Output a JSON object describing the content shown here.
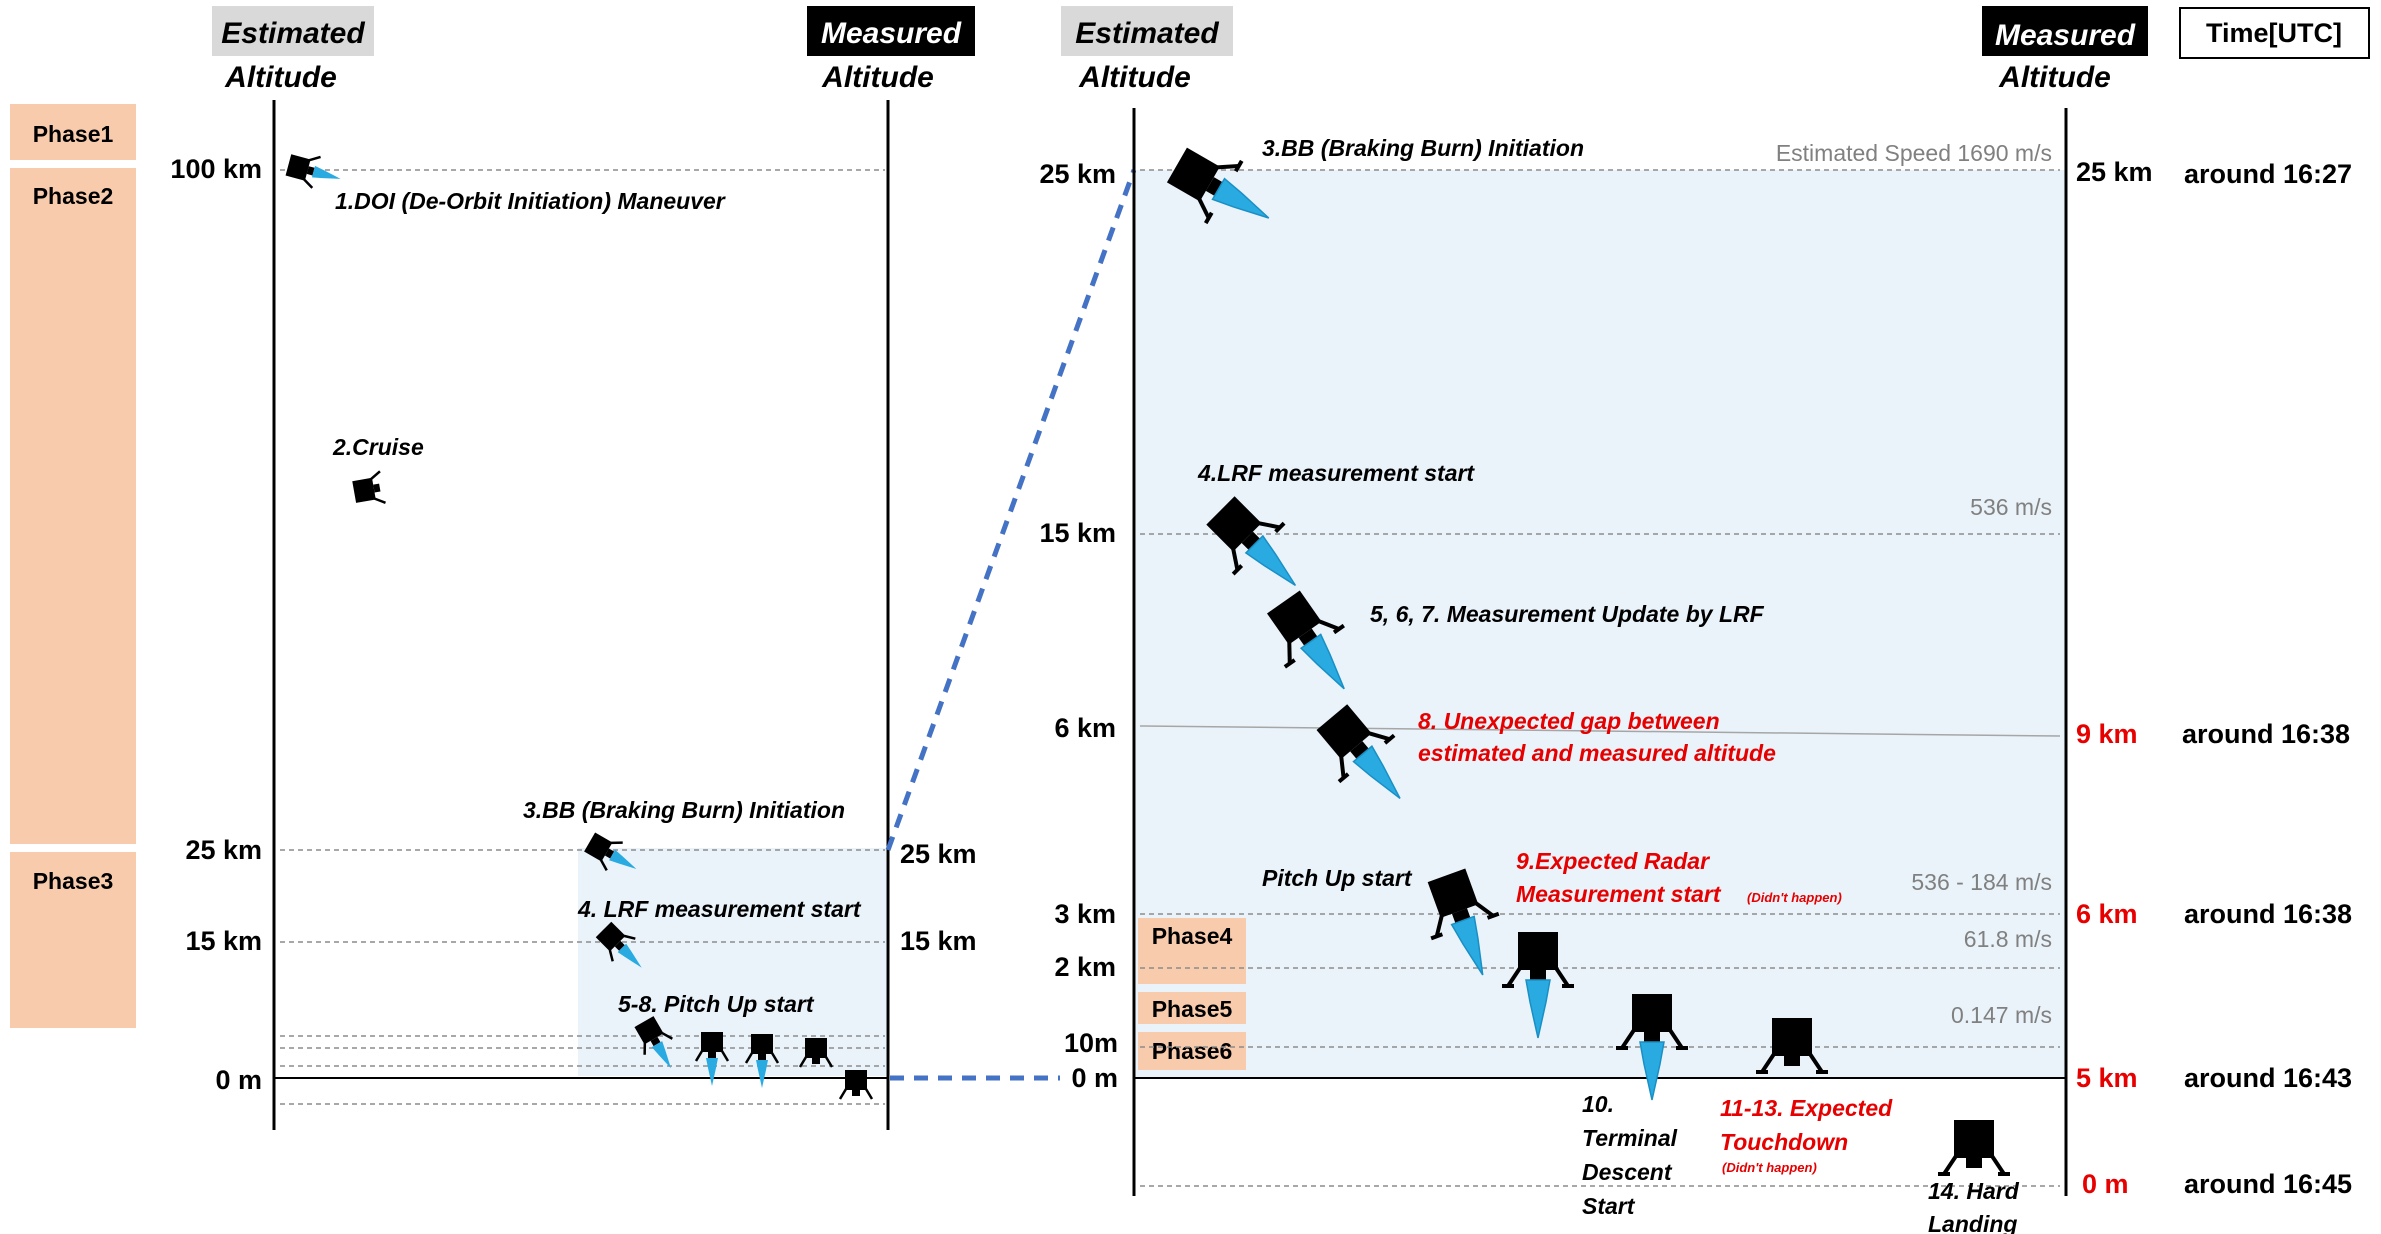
{
  "left_panel": {
    "estimated_header": "Estimated",
    "estimated_sub": "Altitude",
    "measured_header": "Measured",
    "measured_sub": "Altitude",
    "est_altitudes": [
      "100 km",
      "25 km",
      "15 km",
      "0 m"
    ],
    "meas_altitudes": [
      "25 km",
      "15 km"
    ],
    "phases": [
      "Phase1",
      "Phase2",
      "Phase3"
    ],
    "events": {
      "doi": "1.DOI (De-Orbit Initiation) Maneuver",
      "cruise": "2.Cruise",
      "bb": "3.BB (Braking Burn)  Initiation",
      "lrf": "4. LRF measurement start",
      "pitch": "5-8. Pitch Up start"
    }
  },
  "right_panel": {
    "estimated_header": "Estimated",
    "estimated_sub": "Altitude",
    "measured_header": "Measured",
    "measured_sub": "Altitude",
    "time_header": "Time[UTC]",
    "est_altitudes": [
      "25 km",
      "15 km",
      "6 km",
      "3 km",
      "2 km",
      "10m",
      "0 m"
    ],
    "meas_altitudes": [
      "25 km",
      "9 km",
      "6 km",
      "5 km",
      "0 m"
    ],
    "speeds": [
      "Estimated Speed 1690 m/s",
      "536 m/s",
      "536 - 184 m/s",
      "61.8 m/s",
      "0.147 m/s"
    ],
    "times": [
      "around 16:27",
      "around 16:38",
      "around 16:38",
      "around 16:43",
      "around 16:45"
    ],
    "phases": [
      "Phase4",
      "Phase5",
      "Phase6"
    ],
    "events": {
      "bb": "3.BB (Braking Burn) Initiation",
      "lrf": "4.LRF measurement start",
      "update": "5, 6, 7. Measurement Update by LRF",
      "gap_line1": "8. Unexpected gap between",
      "gap_line2": "estimated and measured altitude",
      "pitch": "Pitch Up start",
      "radar_line1": "9.Expected Radar",
      "radar_line2": "Measurement start",
      "radar_note": "(Didn't happen)",
      "terminal": [
        "10.",
        "Terminal",
        "Descent",
        "Start"
      ],
      "touch_line1": "11-13. Expected",
      "touch_line2": "Touchdown",
      "touch_note": "(Didn't happen)",
      "hard_line1": "14. Hard",
      "hard_line2": "Landing"
    }
  },
  "colors": {
    "phase_fill": "#f8cbad",
    "light_blue_band": "#eaf3fa",
    "plume": "#29abe2",
    "dashed_connector": "#4472c4",
    "alert_red": "#e60000",
    "speed_gray": "#808080"
  },
  "icons": [
    "lander-icon",
    "thruster-plume-icon"
  ]
}
